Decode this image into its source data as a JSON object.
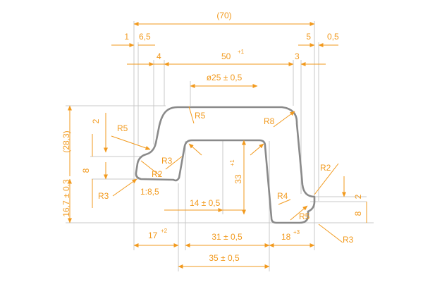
{
  "colors": {
    "dimension": "#f29a1e",
    "profile": "#8a8a8a",
    "extension": "#c9c9c9",
    "background": "#ffffff"
  },
  "labels": {
    "total_width": "(70)",
    "d_1": "1",
    "d_6_5": "6,5",
    "d_5": "5",
    "d_0_5": "0,5",
    "d_4": "4",
    "d_50": "50",
    "d_50_tol": "+1",
    "d_3": "3",
    "d_phi25": "ø25 ± 0,5",
    "r5_top": "R5",
    "r8": "R8",
    "d_2_left": "2",
    "r5_left": "R5",
    "h_28_3": "(28,3)",
    "r3_inner": "R3",
    "r2_left": "R2",
    "d_8_left": "8",
    "h_16_7": "16,7 ± 0,3",
    "r3_left": "R3",
    "taper": "1:8,5",
    "d_33": "33",
    "d_33_tol": "+1",
    "d_14": "14 ± 0,5",
    "r4": "R4",
    "r5_right": "R5",
    "r2_right": "R2",
    "d_2_right": "2",
    "d_8_right": "8",
    "r3_right": "R3",
    "d_17": "17",
    "d_17_tol": "+2",
    "d_31": "31 ± 0,5",
    "d_18": "18",
    "d_18_tol": "+3",
    "d_35": "35 ± 0,5"
  }
}
